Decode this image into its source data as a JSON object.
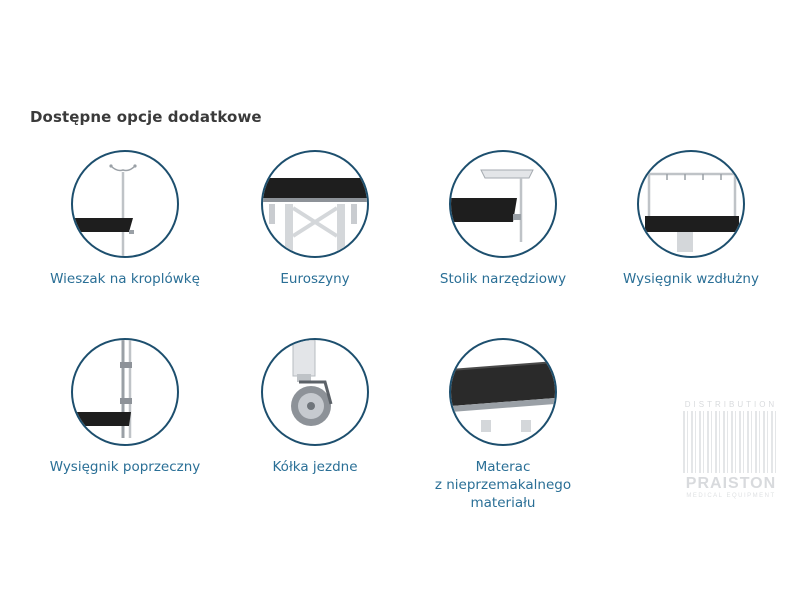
{
  "heading": "Dostępne opcje dodatkowe",
  "options": [
    {
      "label": "Wieszak na kroplówkę",
      "icon": "iv-pole-icon"
    },
    {
      "label": "Euroszyny",
      "icon": "euro-rails-icon"
    },
    {
      "label": "Stolik narzędziowy",
      "icon": "instrument-tray-icon"
    },
    {
      "label": "Wysięgnik wzdłużny",
      "icon": "longitudinal-boom-icon"
    },
    {
      "label": "Wysięgnik poprzeczny",
      "icon": "transverse-boom-icon"
    },
    {
      "label": "Kółka jezdne",
      "icon": "castor-wheels-icon"
    },
    {
      "label_lines": [
        "Materac",
        "z nieprzemakalnego",
        "materiału"
      ],
      "icon": "mattress-icon"
    }
  ],
  "watermark": {
    "top": "DISTRIBUTION",
    "brand": "PRAISTON",
    "sub": "MEDICAL EQUIPMENT"
  },
  "colors": {
    "circle_border": "#1d4f6e",
    "label": "#2a6f96",
    "heading": "#3a3a3a",
    "tabletop": "#1e1e1e",
    "metal": "#bfc3c7"
  }
}
